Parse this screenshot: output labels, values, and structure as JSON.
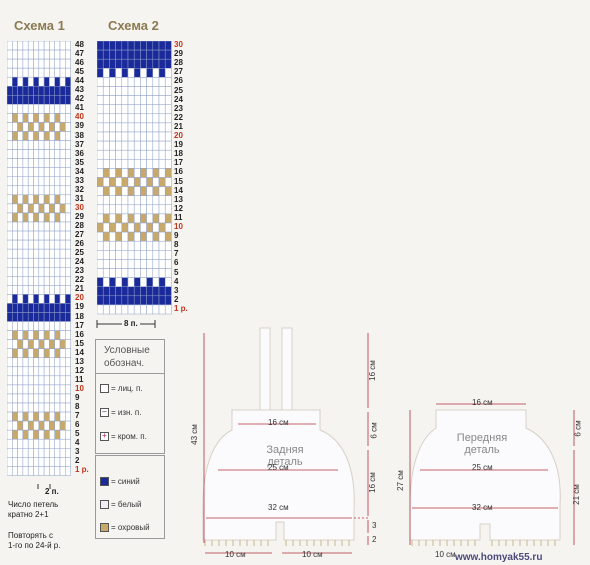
{
  "scheme1": {
    "title": "Схема 1",
    "cols": 12,
    "rows": 48,
    "width_label": "2 п.",
    "note1": "Число петель",
    "note2": "кратно 2+1",
    "note3": "Повторять с",
    "note4": "1-го по 24-й р.",
    "red_rows": [
      40,
      30,
      20,
      10
    ],
    "first_row_label": "1 р."
  },
  "scheme2": {
    "title": "Схема 2",
    "cols": 12,
    "rows": 30,
    "width_label": "8 п.",
    "red_rows": [
      30,
      20,
      10
    ],
    "first_row_label": "1 р."
  },
  "legend": {
    "title1": "Условные",
    "title2": "обознач.",
    "symbols": [
      {
        "label": "= лиц. п.",
        "mark": ""
      },
      {
        "label": "= изн. п.",
        "mark": "–"
      },
      {
        "label": "= кром. п.",
        "mark": "+"
      }
    ],
    "colors": [
      {
        "label": "= синий",
        "color": "#1b2a9a"
      },
      {
        "label": "= белый",
        "color": "#f3eef4"
      },
      {
        "label": "= охровый",
        "color": "#c8a96a"
      }
    ]
  },
  "colors": {
    "blue": "#1b2a9a",
    "ochre": "#c8a96a",
    "grid": "#8fa0c8",
    "cell": "#ffffff"
  },
  "back_piece": {
    "name1": "Задняя",
    "name2": "деталь",
    "dims": [
      "16 см",
      "25 см",
      "32 см",
      "10 см",
      "10 см",
      "43 см",
      "16 см",
      "6 см",
      "16 см",
      "3",
      "2"
    ]
  },
  "front_piece": {
    "name1": "Передняя",
    "name2": "деталь",
    "dims": [
      "16 см",
      "25 см",
      "32 см",
      "10 см",
      "27 см",
      "6 см",
      "21 см"
    ]
  },
  "watermark": "www.homyak55.ru"
}
